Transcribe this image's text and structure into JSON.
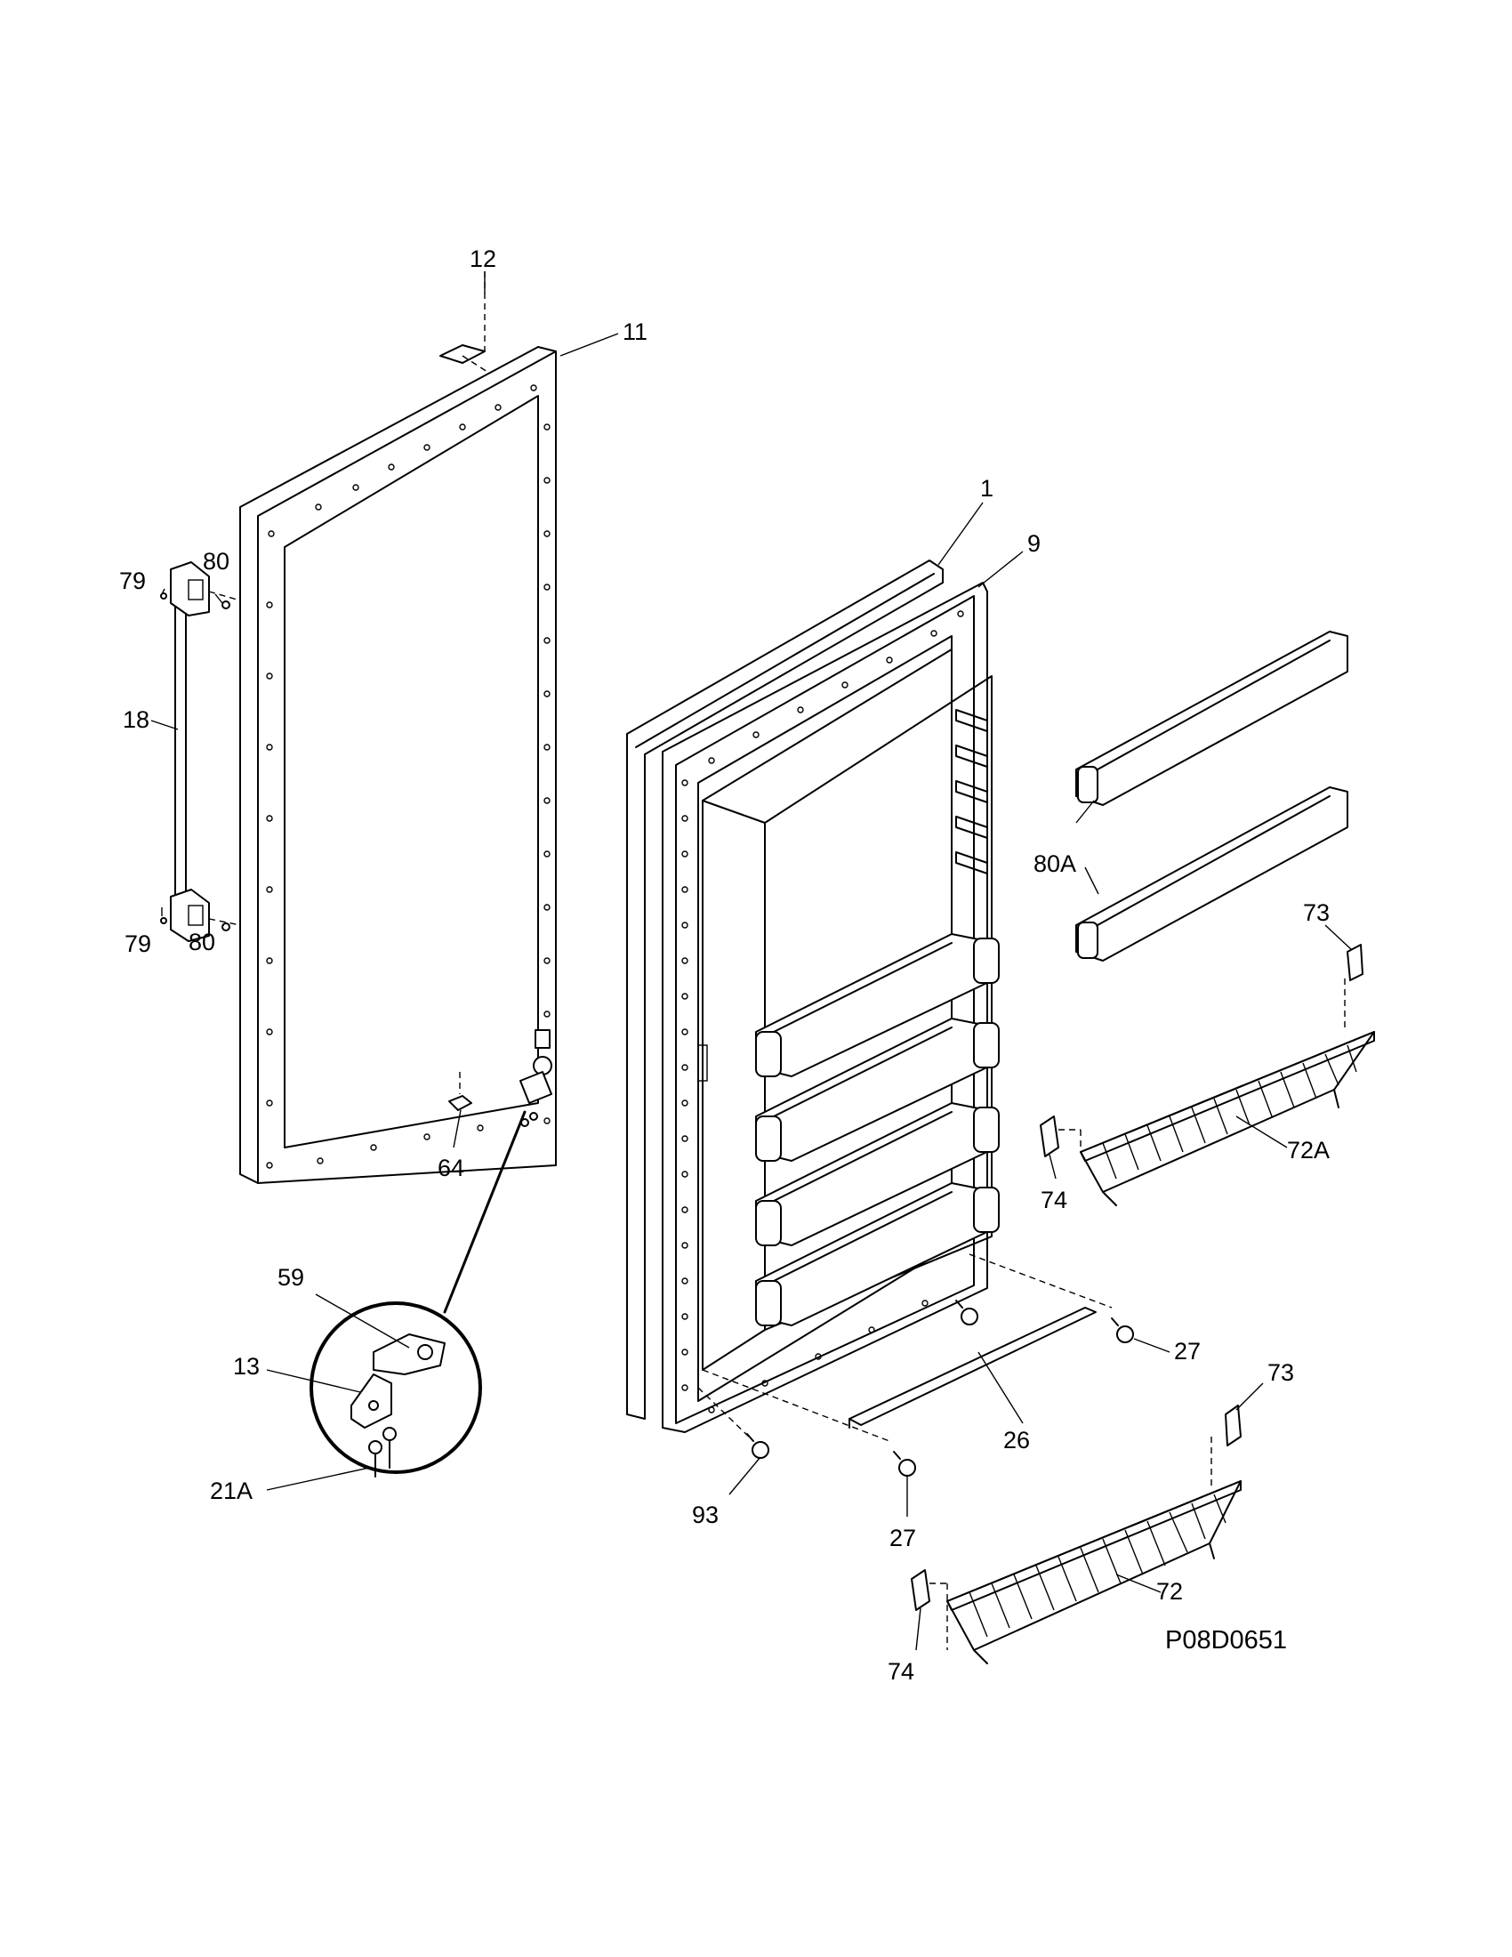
{
  "diagram": {
    "drawing_code": "P08D0651",
    "callouts": {
      "c12": "12",
      "c11": "11",
      "c1": "1",
      "c9": "9",
      "c79_top": "79",
      "c80_top": "80",
      "c18": "18",
      "c79_bottom": "79",
      "c80_bottom": "80",
      "c64": "64",
      "c59": "59",
      "c13": "13",
      "c21a": "21A",
      "c80a": "80A",
      "c73_top": "73",
      "c72a": "72A",
      "c74_top": "74",
      "c27_right": "27",
      "c26": "26",
      "c93": "93",
      "c27_bottom": "27",
      "c73_bottom": "73",
      "c72": "72",
      "c74_bottom": "74"
    }
  }
}
